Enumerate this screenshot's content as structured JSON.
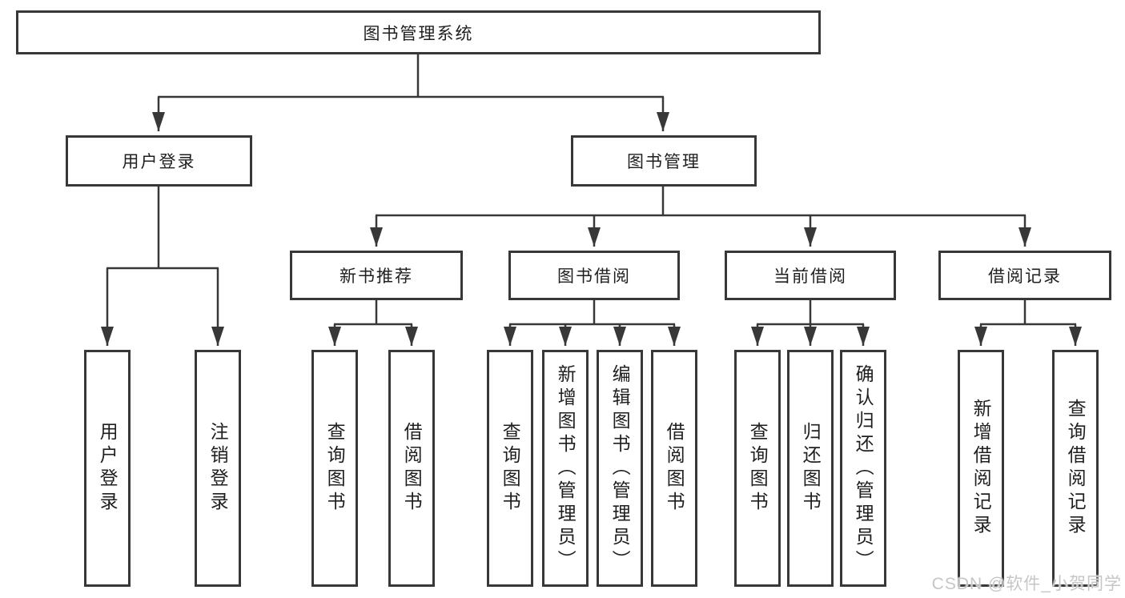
{
  "diagram": {
    "title": "图书管理系统",
    "branches": [
      {
        "label": "用户登录",
        "children": [
          {
            "label": "用户登录"
          },
          {
            "label": "注销登录"
          }
        ]
      },
      {
        "label": "图书管理",
        "children": [
          {
            "label": "新书推荐",
            "children": [
              {
                "label": "查询图书"
              },
              {
                "label": "借阅图书"
              }
            ]
          },
          {
            "label": "图书借阅",
            "children": [
              {
                "label": "查询图书"
              },
              {
                "label": "新增图书（管理员）"
              },
              {
                "label": "编辑图书（管理员）"
              },
              {
                "label": "借阅图书"
              }
            ]
          },
          {
            "label": "当前借阅",
            "children": [
              {
                "label": "查询图书"
              },
              {
                "label": "归还图书"
              },
              {
                "label": "确认归还（管理员）"
              }
            ]
          },
          {
            "label": "借阅记录",
            "children": [
              {
                "label": "新增借阅记录"
              },
              {
                "label": "查询借阅记录"
              }
            ]
          }
        ]
      }
    ]
  },
  "watermark": {
    "text": "CSDN @软件_小贺同学"
  },
  "colors": {
    "line": "#383838",
    "box_border": "#383838",
    "text": "#1f1f1f",
    "background": "#ffffff",
    "watermark": "#c6c6c6"
  }
}
